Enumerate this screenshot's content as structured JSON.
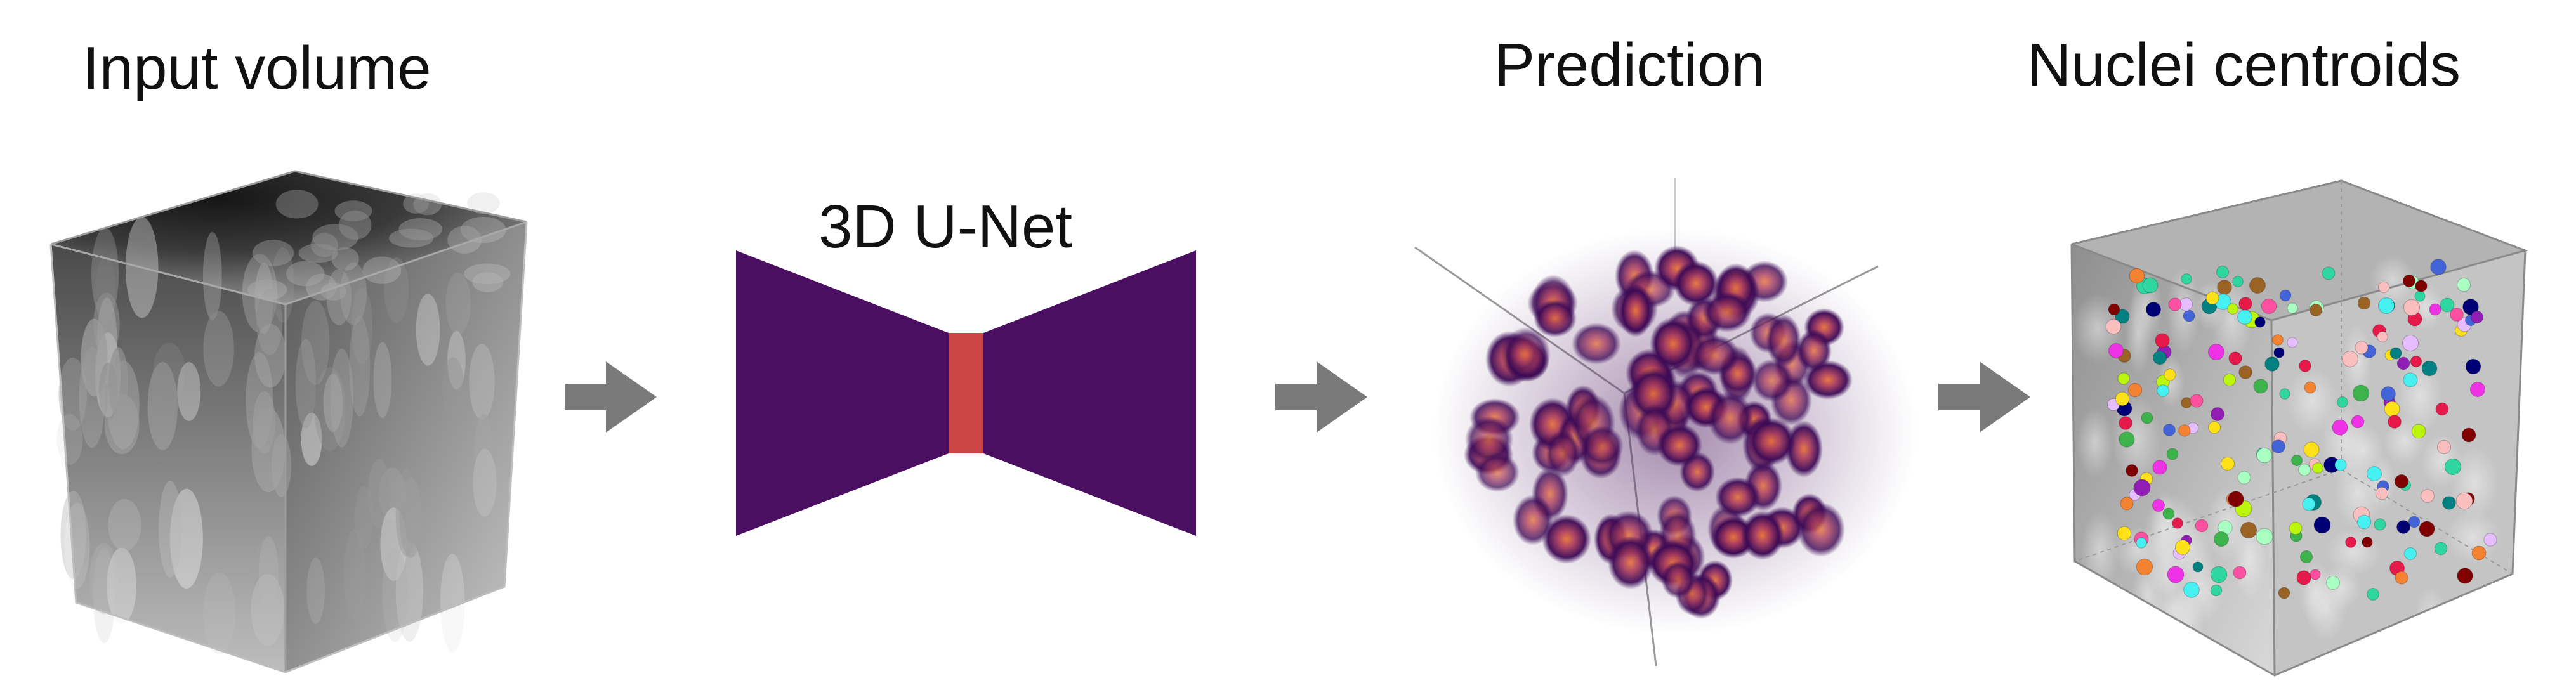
{
  "stages": [
    {
      "title": "Input volume"
    },
    {
      "title": "3D U-Net"
    },
    {
      "title": "Prediction"
    },
    {
      "title": "Nuclei centroids"
    }
  ],
  "arrows": 3,
  "colors": {
    "unet_body": "#4b0f62",
    "unet_bottleneck": "#cc4646",
    "arrow": "#7a7a7a",
    "prediction_blob": "#3c0a55",
    "prediction_core": "#e0693a",
    "volume_dark": "#1f1f1f",
    "volume_light": "#d6d6d6",
    "centroid_cube": "#9a9a9a"
  },
  "icons": [
    "right-arrow-icon",
    "unet-bowtie-icon",
    "volume-cube-icon"
  ]
}
